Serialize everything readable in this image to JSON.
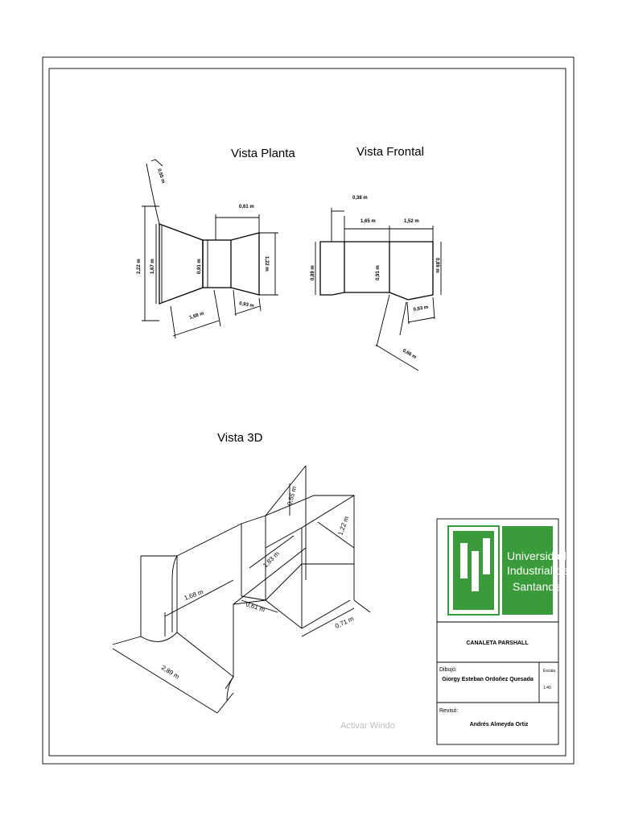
{
  "views": {
    "plan": {
      "title": "Vista Planta",
      "dims": {
        "d055": "0,55 m",
        "d222": "2,22 m",
        "d167": "1,67 m",
        "d091": "0,91 m",
        "d061": "0,61 m",
        "d122": "1,22 m",
        "d168": "1,68 m",
        "d093": "0,93 m"
      }
    },
    "front": {
      "title": "Vista Frontal",
      "dims": {
        "d038": "0,38 m",
        "d165": "1,65 m",
        "d152": "1,52 m",
        "d089a": "0,89 m",
        "d091": "0,91 m",
        "d089b": "0,89 m",
        "d093": "0,93 m",
        "d066": "0,66 m"
      }
    },
    "iso": {
      "title": "Vista 3D",
      "dims": {
        "d168": "1,68 m",
        "d289": "2,89 m",
        "d055": "0,55 m",
        "d183": "1,83 m",
        "d122": "1,22 m",
        "d071": "0,71 m",
        "d061": "0,61 m"
      }
    }
  },
  "title_block": {
    "logo_line1": "Universidad",
    "logo_line2": "Industrial de",
    "logo_line3": "Santander",
    "project_title": "CANALETA PARSHALL",
    "drawn_label": "Dibujó:",
    "drawn_by": "Giorgy Esteban Ordoñez Quesada",
    "scale_label": "Escala",
    "scale_value": "1:40",
    "reviewed_label": "Revisó:",
    "reviewed_by": "Andrés Almeyda Ortiz"
  },
  "overlay": {
    "watermark": "Activar Windo"
  },
  "colors": {
    "logo_green": "#3a9b3a",
    "line": "#000000"
  }
}
